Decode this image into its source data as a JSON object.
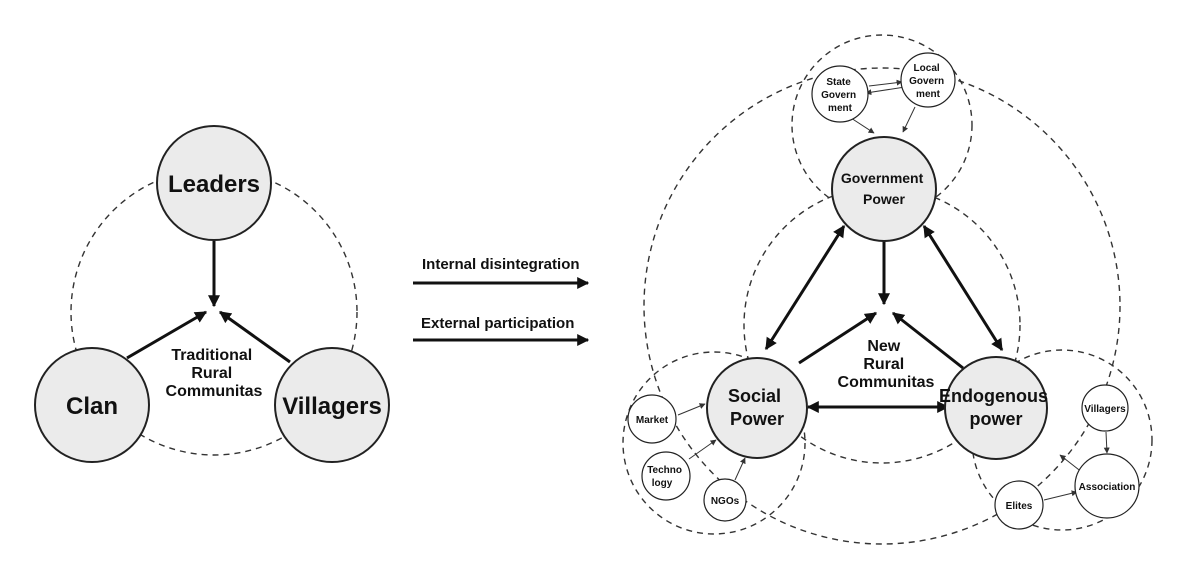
{
  "traditional": {
    "nodes": {
      "leaders": "Leaders",
      "clan": "Clan",
      "villagers": "Villagers"
    },
    "center_label": [
      "Traditional",
      "Rural",
      "Communitas"
    ]
  },
  "transition": {
    "internal": "Internal disintegration",
    "external": "External participation"
  },
  "new": {
    "government": [
      "Government",
      "Power"
    ],
    "social": [
      "Social",
      "Power"
    ],
    "endogenous": [
      "Endogenous",
      "power"
    ],
    "center_label": [
      "New",
      "Rural",
      "Communitas"
    ],
    "gov_sub": {
      "state": [
        "State",
        "Govern",
        "ment"
      ],
      "local": [
        "Local",
        "Govern",
        "ment"
      ]
    },
    "social_sub": {
      "market": "Market",
      "technology": [
        "Techno",
        "logy"
      ],
      "ngos": "NGOs"
    },
    "endo_sub": {
      "villagers": "Villagers",
      "association": "Association",
      "elites": "Elites"
    }
  }
}
